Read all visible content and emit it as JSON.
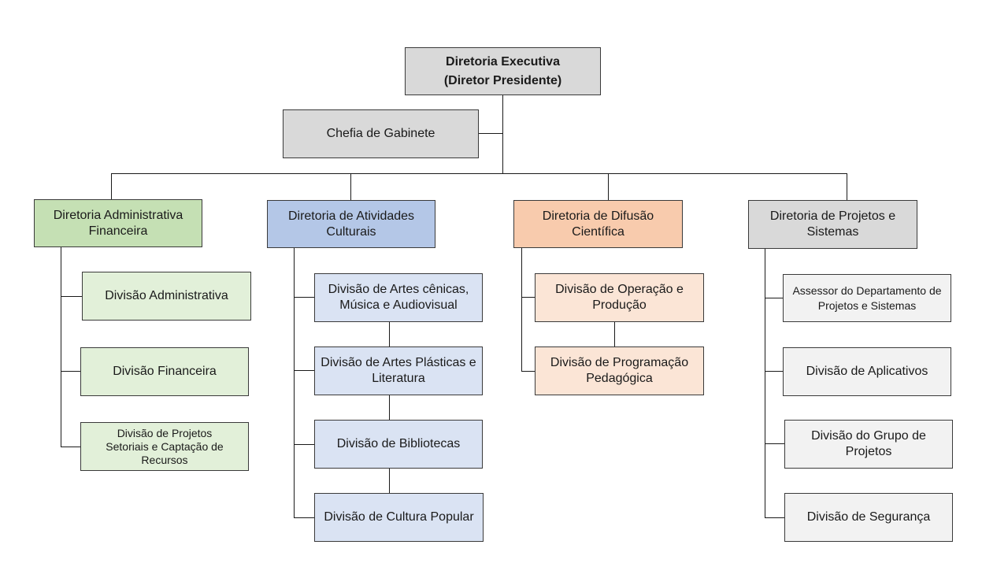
{
  "colors": {
    "exec": "#d9d9d9",
    "admin_header": "#c5e0b4",
    "admin_child": "#e2f0d9",
    "cult_header": "#b4c7e7",
    "cult_child": "#dae3f3",
    "difusao_header": "#f8cbad",
    "difusao_child": "#fbe5d6",
    "proj_header": "#d9d9d9",
    "proj_child": "#f2f2f2"
  },
  "root": {
    "line1": "Diretoria Executiva",
    "line2": "(Diretor Presidente)"
  },
  "staff": "Chefia de Gabinete",
  "directorates": [
    {
      "name": "Diretoria Administrativa Financeira",
      "children": [
        "Divisão Administrativa",
        "Divisão Financeira",
        "Divisão de Projetos Setoriais e Captação de Recursos"
      ]
    },
    {
      "name": "Diretoria de Atividades Culturais",
      "children": [
        "Divisão de Artes cênicas, Música e Audiovisual",
        "Divisão de Artes Plásticas e Literatura",
        "Divisão de Bibliotecas",
        "Divisão de Cultura Popular"
      ]
    },
    {
      "name": "Diretoria de Difusão Científica",
      "children": [
        "Divisão de Operação e Produção",
        "Divisão de Programação Pedagógica"
      ]
    },
    {
      "name": "Diretoria de Projetos e Sistemas",
      "children": [
        "Assessor do Departamento de Projetos e Sistemas",
        "Divisão de Aplicativos",
        "Divisão do Grupo de Projetos",
        "Divisão de Segurança"
      ]
    }
  ]
}
